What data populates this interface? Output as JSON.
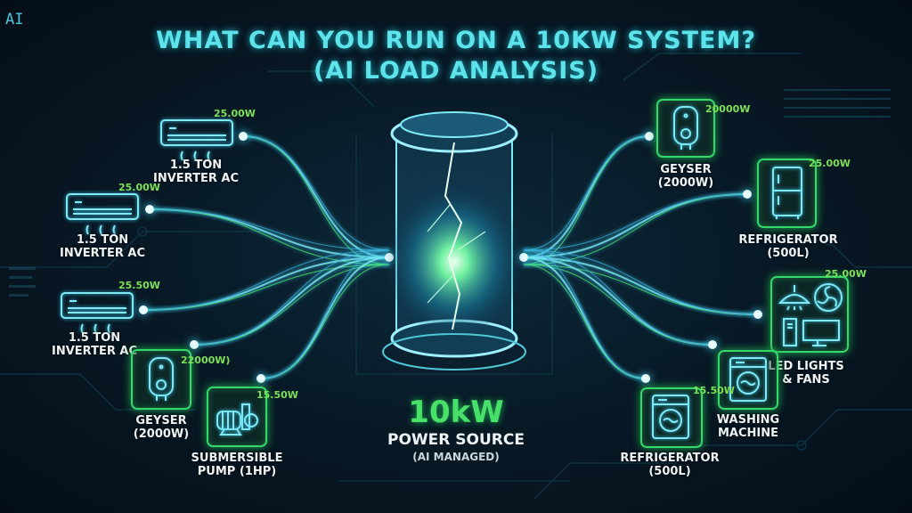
{
  "logo": "AI",
  "title": {
    "line1": "WHAT CAN YOU RUN ON A 10KW SYSTEM?",
    "line2": "(AI LOAD ANALYSIS)"
  },
  "center": {
    "capacity": "10kW",
    "label": "POWER SOURCE",
    "sub": "(AI MANAGED)"
  },
  "colors": {
    "title": "#5fe3ea",
    "accent_green": "#35d86a",
    "wire_cyan": "#7fe9f5",
    "background": "#081a27"
  },
  "left_loads": [
    {
      "icon": "air-conditioner-icon",
      "value": "25.00W",
      "label_line1": "1.5 TON",
      "label_line2": "INVERTER AC"
    },
    {
      "icon": "air-conditioner-icon",
      "value": "25.00W",
      "label_line1": "1.5 TON",
      "label_line2": "INVERTER AC"
    },
    {
      "icon": "air-conditioner-icon",
      "value": "25.50W",
      "label_line1": "1.5 TON",
      "label_line2": "INVERTER AC"
    },
    {
      "icon": "water-heater-icon",
      "value": "22000W)",
      "label_line1": "GEYSER",
      "label_line2": "(2000W)"
    },
    {
      "icon": "water-pump-icon",
      "value": "15.50W",
      "label_line1": "SUBMERSIBLE",
      "label_line2": "PUMP (1HP)"
    }
  ],
  "right_loads": [
    {
      "icon": "water-heater-icon",
      "value": "20000W",
      "label_line1": "GEYSER",
      "label_line2": "(2000W)"
    },
    {
      "icon": "refrigerator-icon",
      "value": "25.00W",
      "label_line1": "REFRIGERATOR",
      "label_line2": "(500L)"
    },
    {
      "icon": "lights-fans-computer-icon",
      "value": "25.00W",
      "label_line1": "LED LIGHTS",
      "label_line2": "& FANS"
    },
    {
      "icon": "washing-machine-icon",
      "value": "",
      "label_line1": "WASHING",
      "label_line2": "MACHINE"
    },
    {
      "icon": "washing-machine-icon",
      "value": "15.50W",
      "label_line1": "REFRIGERATOR",
      "label_line2": "(500L)"
    }
  ]
}
